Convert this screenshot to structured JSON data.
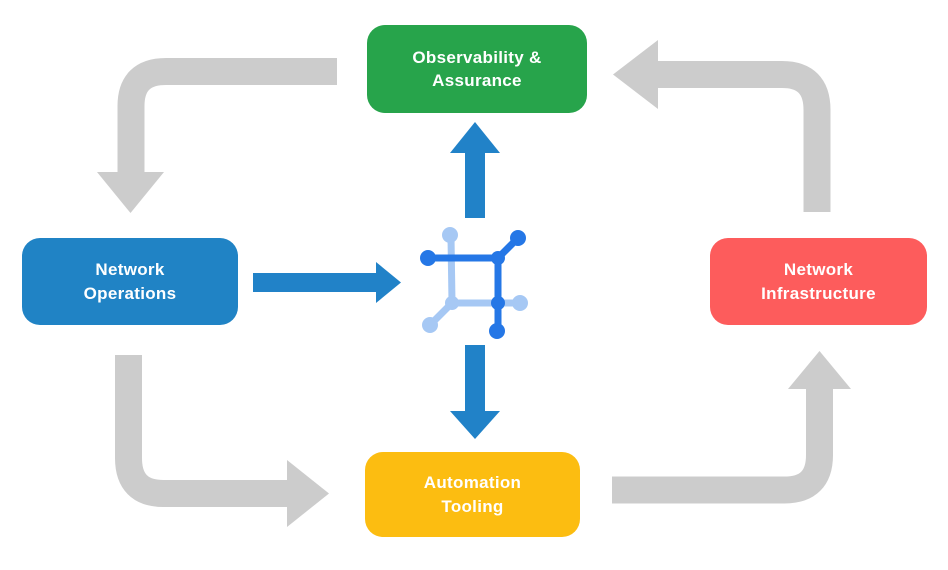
{
  "diagram": {
    "type": "cyclic-flow-diagram",
    "background": "#ffffff"
  },
  "colors": {
    "observability": "#27a44b",
    "operations": "#2083c5",
    "infrastructure": "#fd5c5c",
    "automation": "#fcbd11",
    "arrow_gray": "#cccccc",
    "arrow_blue": "#2182c8",
    "icon_dark_blue": "#2577e6",
    "icon_light_blue": "#a6c8f4",
    "node_text": "#ffffff"
  },
  "nodes": {
    "observability": {
      "line1": "Observability &",
      "line2": "Assurance"
    },
    "operations": {
      "line1": "Network",
      "line2": "Operations"
    },
    "infrastructure": {
      "line1": "Network",
      "line2": "Infrastructure"
    },
    "automation": {
      "line1": "Automation",
      "line2": "Tooling"
    }
  },
  "icon": {
    "name": "network-mesh-icon"
  },
  "edges": [
    {
      "from": "Observability & Assurance",
      "to": "Network Operations",
      "style": "gray-corner-arrow"
    },
    {
      "from": "Network Operations",
      "to": "Automation Tooling",
      "style": "gray-corner-arrow"
    },
    {
      "from": "Automation Tooling",
      "to": "Network Infrastructure",
      "style": "gray-corner-arrow"
    },
    {
      "from": "Network Infrastructure",
      "to": "Observability & Assurance",
      "style": "gray-corner-arrow"
    },
    {
      "from": "Network Operations",
      "to": "network-mesh-icon",
      "style": "blue-arrow"
    },
    {
      "from": "network-mesh-icon",
      "to": "Observability & Assurance",
      "style": "blue-arrow"
    },
    {
      "from": "network-mesh-icon",
      "to": "Automation Tooling",
      "style": "blue-arrow"
    }
  ]
}
